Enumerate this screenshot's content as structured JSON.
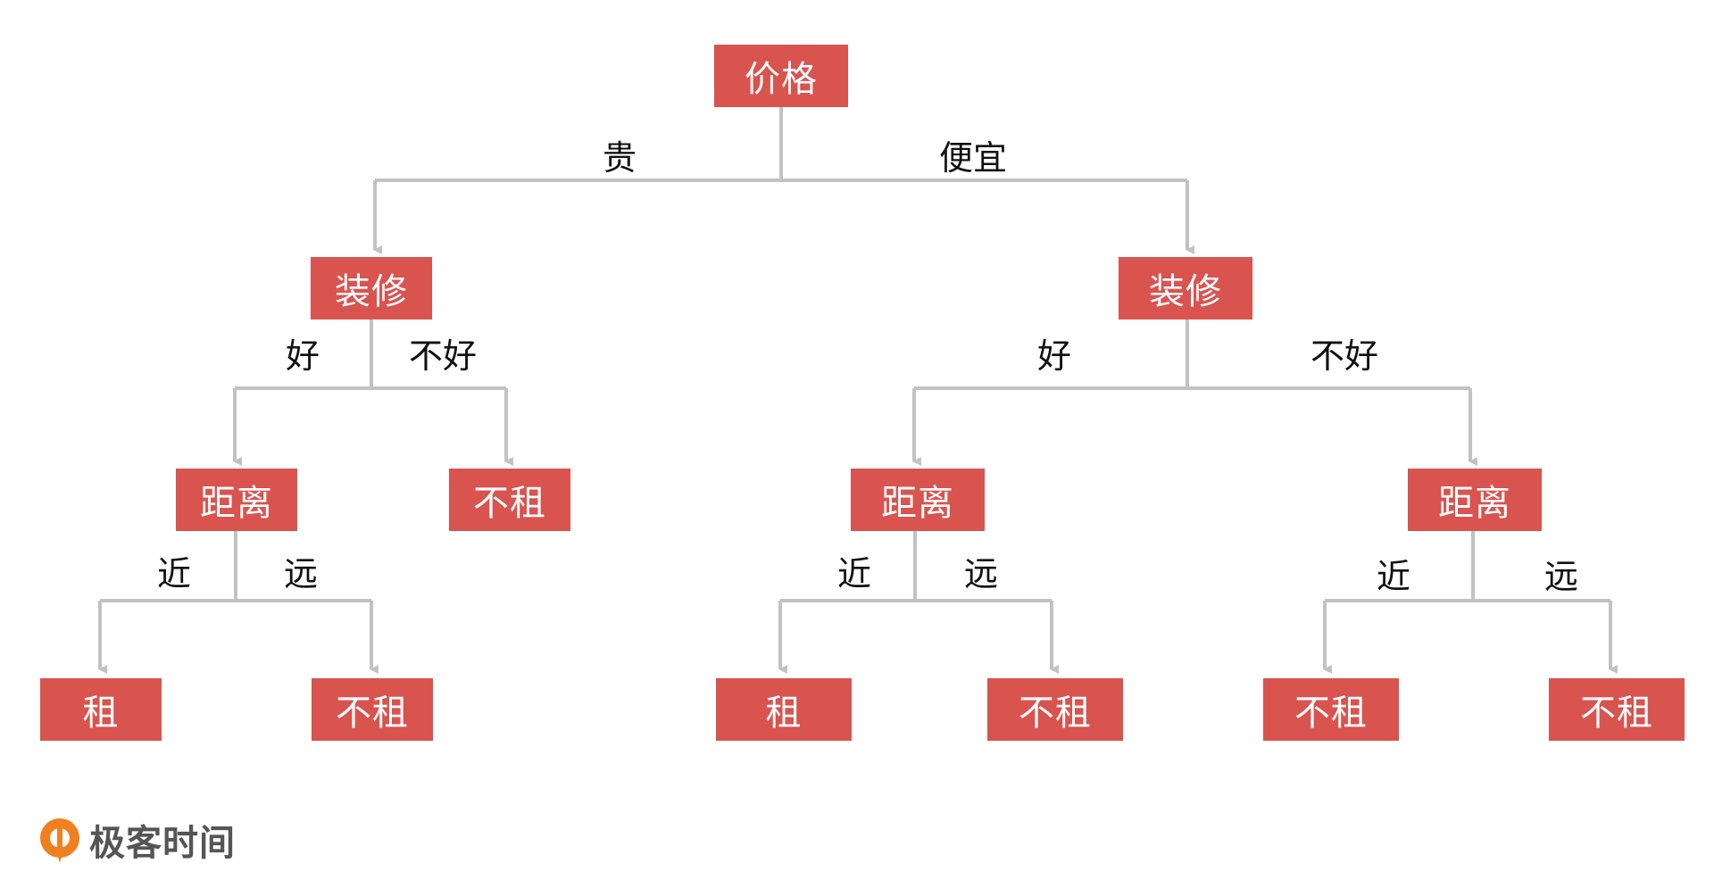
{
  "colors": {
    "node_fill": "#d9534f",
    "node_text": "#ffffff",
    "connector": "#c2c2c2",
    "label_text": "#111111",
    "logo_orange": "#f0801f",
    "logo_text": "#555555"
  },
  "tree": {
    "root": {
      "label": "价格"
    },
    "price_expensive_label": "贵",
    "price_cheap_label": "便宜",
    "expensive": {
      "label": "装修",
      "good_label": "好",
      "bad_label": "不好",
      "good": {
        "label": "距离",
        "near_label": "近",
        "far_label": "远",
        "near_leaf": "租",
        "far_leaf": "不租"
      },
      "bad_leaf": "不租"
    },
    "cheap": {
      "label": "装修",
      "good_label": "好",
      "bad_label": "不好",
      "good": {
        "label": "距离",
        "near_label": "近",
        "far_label": "远",
        "near_leaf": "租",
        "far_leaf": "不租"
      },
      "bad": {
        "label": "距离",
        "near_label": "近",
        "far_label": "远",
        "near_leaf": "不租",
        "far_leaf": "不租"
      }
    }
  },
  "logo": {
    "text": "极客时间",
    "icon": "geektime-logo-icon"
  }
}
